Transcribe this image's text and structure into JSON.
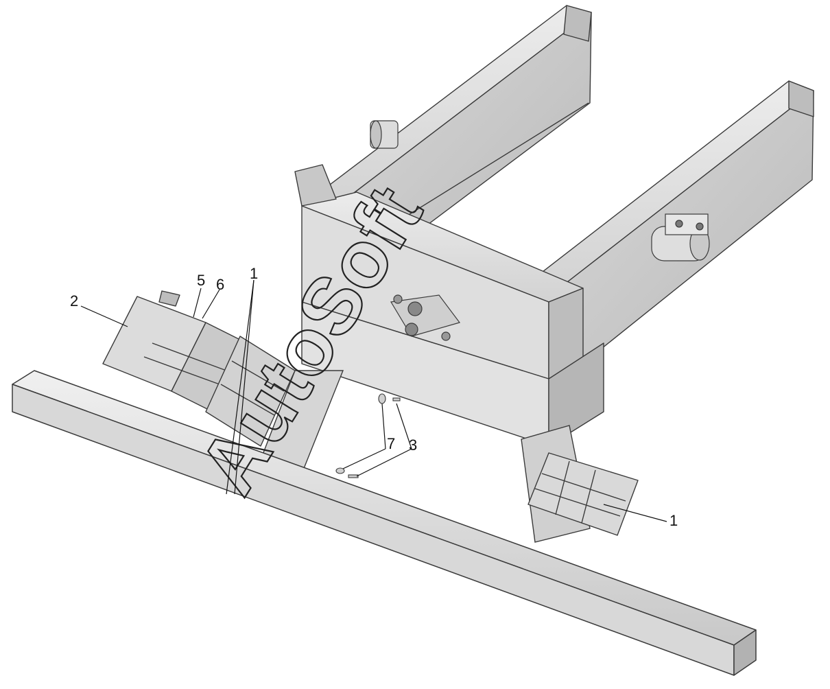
{
  "callouts": [
    "1",
    "2",
    "3",
    "5",
    "6",
    "7",
    "1"
  ],
  "watermark": "AutoSoft",
  "colors": {
    "metal_light": "#e4e4e4",
    "metal_mid": "#cfcfcf",
    "metal_dark": "#a9a9a9",
    "outline": "#3a3a3a",
    "hole": "#555555"
  }
}
